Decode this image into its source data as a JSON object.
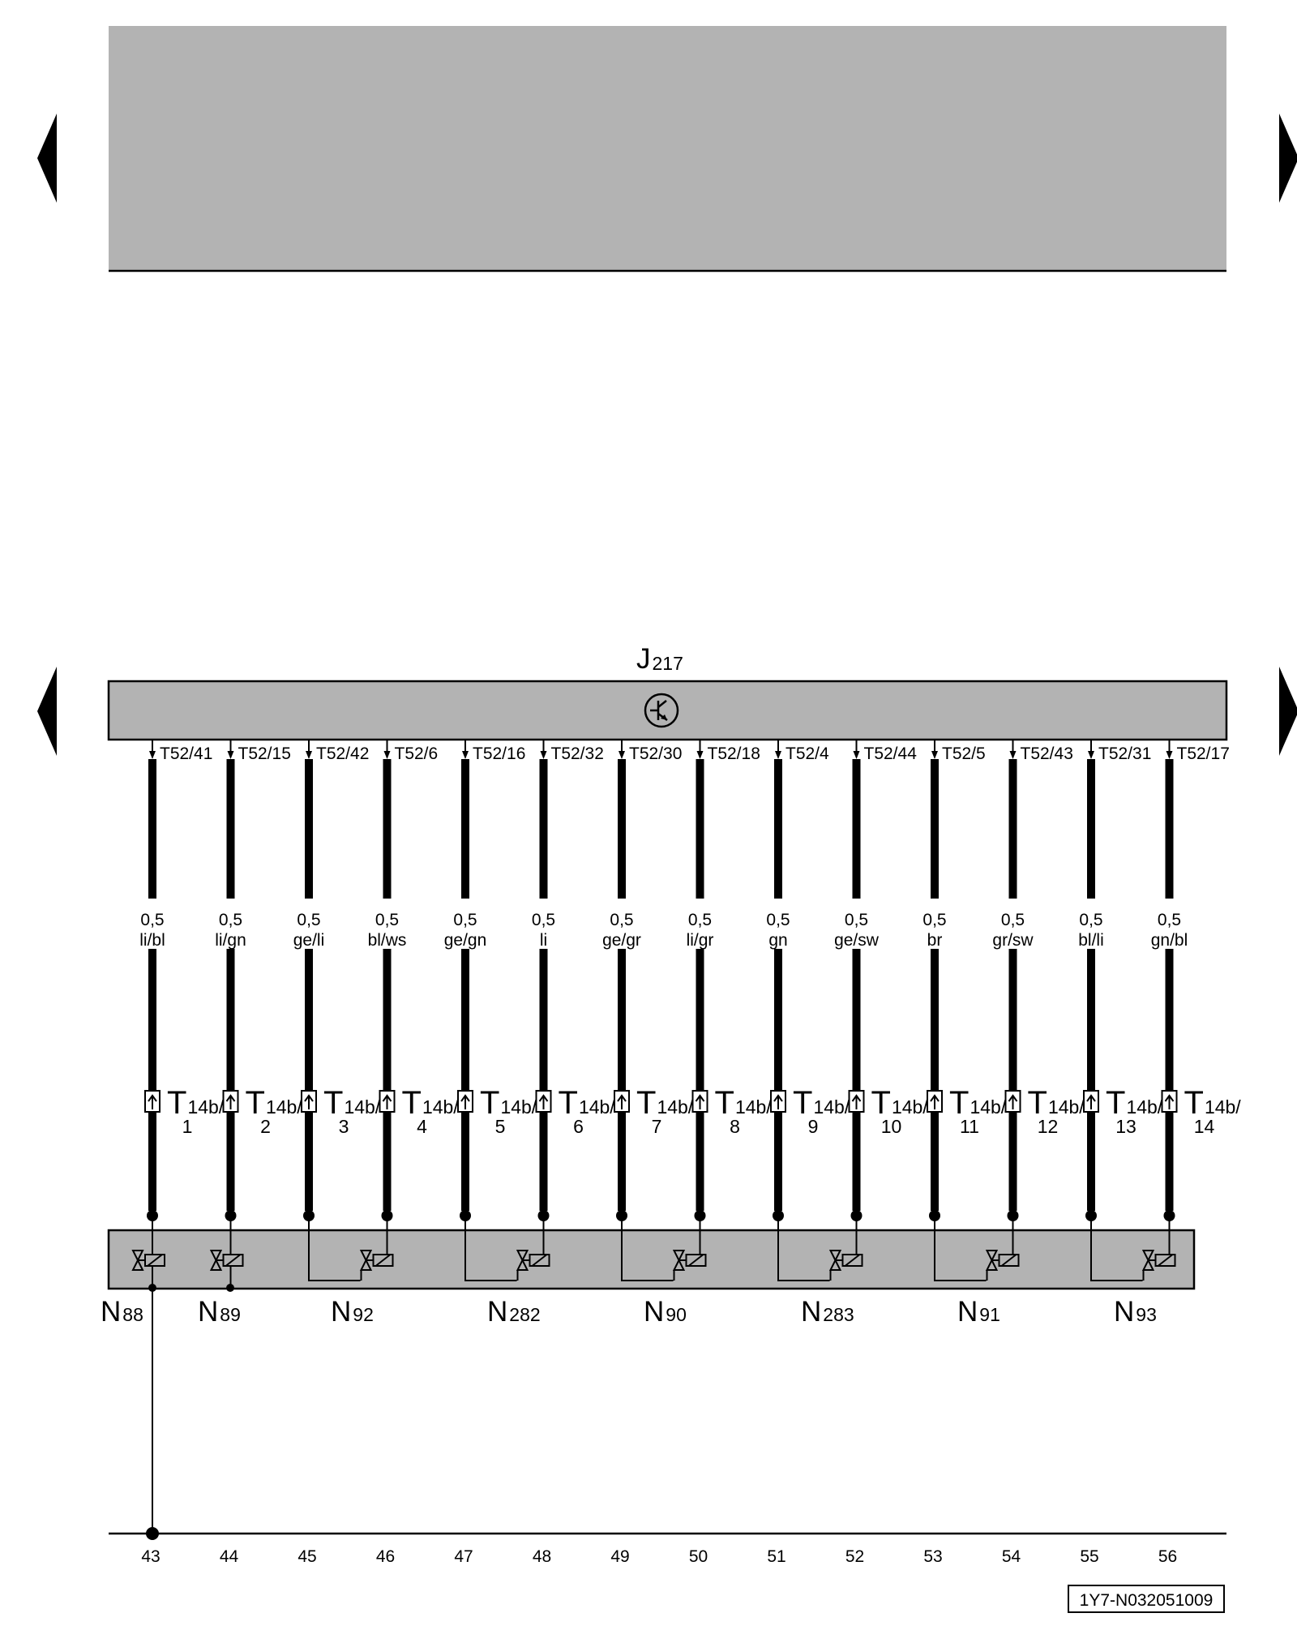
{
  "diagram": {
    "top_unit": {
      "fill": "#b3b3b3"
    },
    "control_unit": {
      "name": "J",
      "number": "217",
      "fill": "#b3b3b3"
    },
    "solenoid_block": {
      "fill": "#b3b3b3"
    },
    "nav": {
      "upper_left": "triangle-left-icon",
      "upper_right": "triangle-right-icon",
      "lower_left": "triangle-left-icon",
      "lower_right": "triangle-right-icon"
    },
    "wires": [
      {
        "pin": "T52/41",
        "size": "0,5",
        "color": "li/bl",
        "conn_main": "T",
        "conn_sub": "14b/",
        "conn_pin": "1",
        "column": "43"
      },
      {
        "pin": "T52/15",
        "size": "0,5",
        "color": "li/gn",
        "conn_main": "T",
        "conn_sub": "14b/",
        "conn_pin": "2",
        "column": "44"
      },
      {
        "pin": "T52/42",
        "size": "0,5",
        "color": "ge/li",
        "conn_main": "T",
        "conn_sub": "14b/",
        "conn_pin": "3",
        "column": "45"
      },
      {
        "pin": "T52/6",
        "size": "0,5",
        "color": "bl/ws",
        "conn_main": "T",
        "conn_sub": "14b/",
        "conn_pin": "4",
        "column": "46"
      },
      {
        "pin": "T52/16",
        "size": "0,5",
        "color": "ge/gn",
        "conn_main": "T",
        "conn_sub": "14b/",
        "conn_pin": "5",
        "column": "47"
      },
      {
        "pin": "T52/32",
        "size": "0,5",
        "color": "li",
        "conn_main": "T",
        "conn_sub": "14b/",
        "conn_pin": "6",
        "column": "48"
      },
      {
        "pin": "T52/30",
        "size": "0,5",
        "color": "ge/gr",
        "conn_main": "T",
        "conn_sub": "14b/",
        "conn_pin": "7",
        "column": "49"
      },
      {
        "pin": "T52/18",
        "size": "0,5",
        "color": "li/gr",
        "conn_main": "T",
        "conn_sub": "14b/",
        "conn_pin": "8",
        "column": "50"
      },
      {
        "pin": "T52/4",
        "size": "0,5",
        "color": "gn",
        "conn_main": "T",
        "conn_sub": "14b/",
        "conn_pin": "9",
        "column": "51"
      },
      {
        "pin": "T52/44",
        "size": "0,5",
        "color": "ge/sw",
        "conn_main": "T",
        "conn_sub": "14b/",
        "conn_pin": "10",
        "column": "52"
      },
      {
        "pin": "T52/5",
        "size": "0,5",
        "color": "br",
        "conn_main": "T",
        "conn_sub": "14b/",
        "conn_pin": "11",
        "column": "53"
      },
      {
        "pin": "T52/43",
        "size": "0,5",
        "color": "gr/sw",
        "conn_main": "T",
        "conn_sub": "14b/",
        "conn_pin": "12",
        "column": "54"
      },
      {
        "pin": "T52/31",
        "size": "0,5",
        "color": "bl/li",
        "conn_main": "T",
        "conn_sub": "14b/",
        "conn_pin": "13",
        "column": "55"
      },
      {
        "pin": "T52/17",
        "size": "0,5",
        "color": "gn/bl",
        "conn_main": "T",
        "conn_sub": "14b/",
        "conn_pin": "14",
        "column": "56"
      }
    ],
    "valves": [
      {
        "name": "N",
        "number": "88"
      },
      {
        "name": "N",
        "number": "89"
      },
      {
        "name": "N",
        "number": "92"
      },
      {
        "name": "N",
        "number": "282"
      },
      {
        "name": "N",
        "number": "90"
      },
      {
        "name": "N",
        "number": "283"
      },
      {
        "name": "N",
        "number": "91"
      },
      {
        "name": "N",
        "number": "93"
      }
    ],
    "reference": "1Y7-N032051009"
  }
}
